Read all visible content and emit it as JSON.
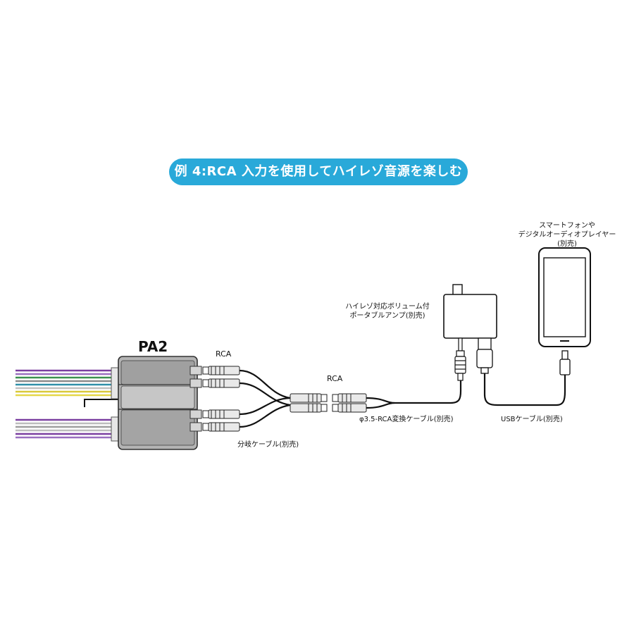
{
  "title": "例 4:RCA 入力を使用してハイレゾ音源を楽しむ",
  "colors": {
    "accent": "#29a9d9"
  },
  "labels": {
    "unit": "PA2",
    "rca_left": "RCA",
    "rca_mid": "RCA",
    "branch_cable": "分岐ケーブル(別売)",
    "conversion_cable": "φ3.5-RCA変換ケーブル(別売)",
    "usb_cable": "USBケーブル(別売)",
    "amp_line1": "ハイレゾ対応ボリューム付",
    "amp_line2": "ポータブルアンプ(別売)",
    "phone_line1": "スマートフォンや",
    "phone_line2": "デジタルオーディオプレイヤー",
    "phone_line3": "(別売)"
  },
  "icons": [
    "pa2-unit",
    "rca-plug-icon",
    "portable-amp-icon",
    "smartphone-icon",
    "usb-plug-icon",
    "mini-jack-icon"
  ]
}
